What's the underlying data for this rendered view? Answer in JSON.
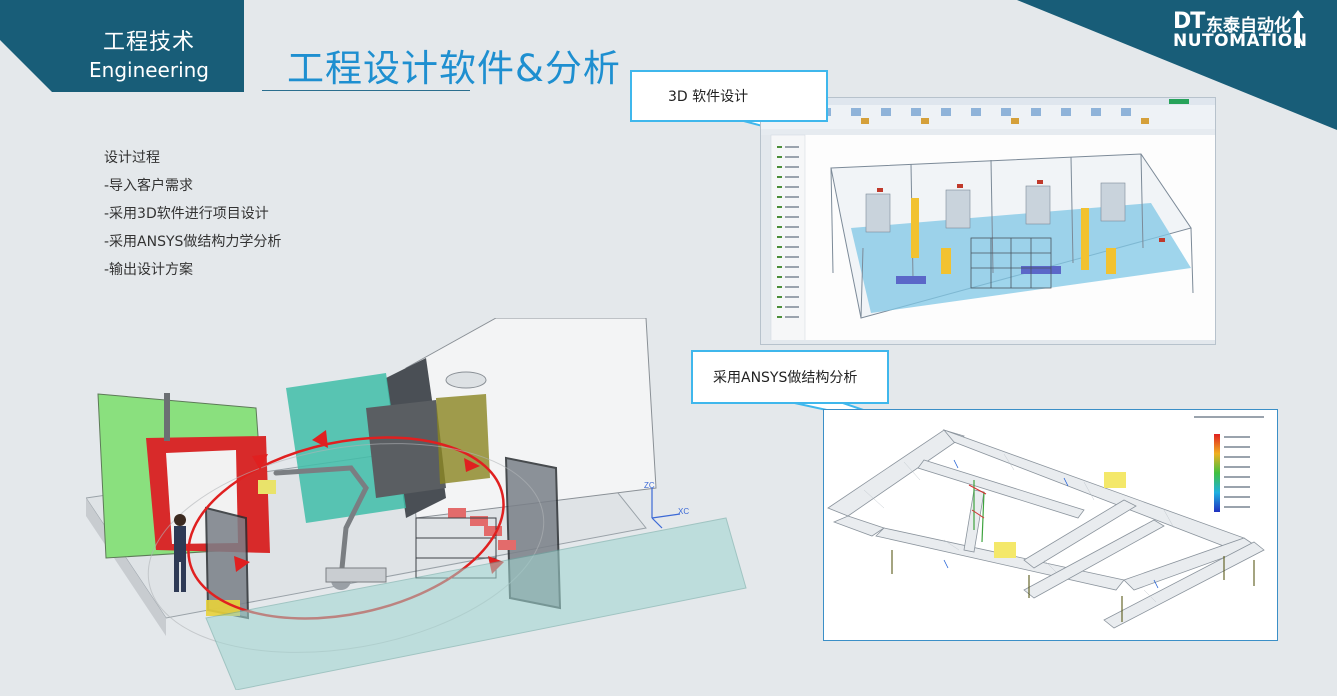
{
  "header": {
    "section_zh": "工程技术",
    "section_en": "Engineering",
    "title": "工程设计软件&分析"
  },
  "brand": {
    "logo_dt": "DT",
    "logo_zh": "东泰自动化",
    "logo_en": "NUTOMATION"
  },
  "process": {
    "heading": "设计过程",
    "steps": [
      "-导入客户需求",
      "-采用3D软件进行项目设计",
      "-采用ANSYS做结构力学分析",
      "-输出设计方案"
    ]
  },
  "callouts": {
    "cad": "3D 软件设计",
    "fea": "采用ANSYS做结构分析"
  },
  "axis_labels": {
    "z": "ZC",
    "x": "XC"
  },
  "colors": {
    "primary": "#185d78",
    "title": "#1e8fd0",
    "callout_border": "#3fb7ec",
    "background": "#e4e8eb"
  }
}
